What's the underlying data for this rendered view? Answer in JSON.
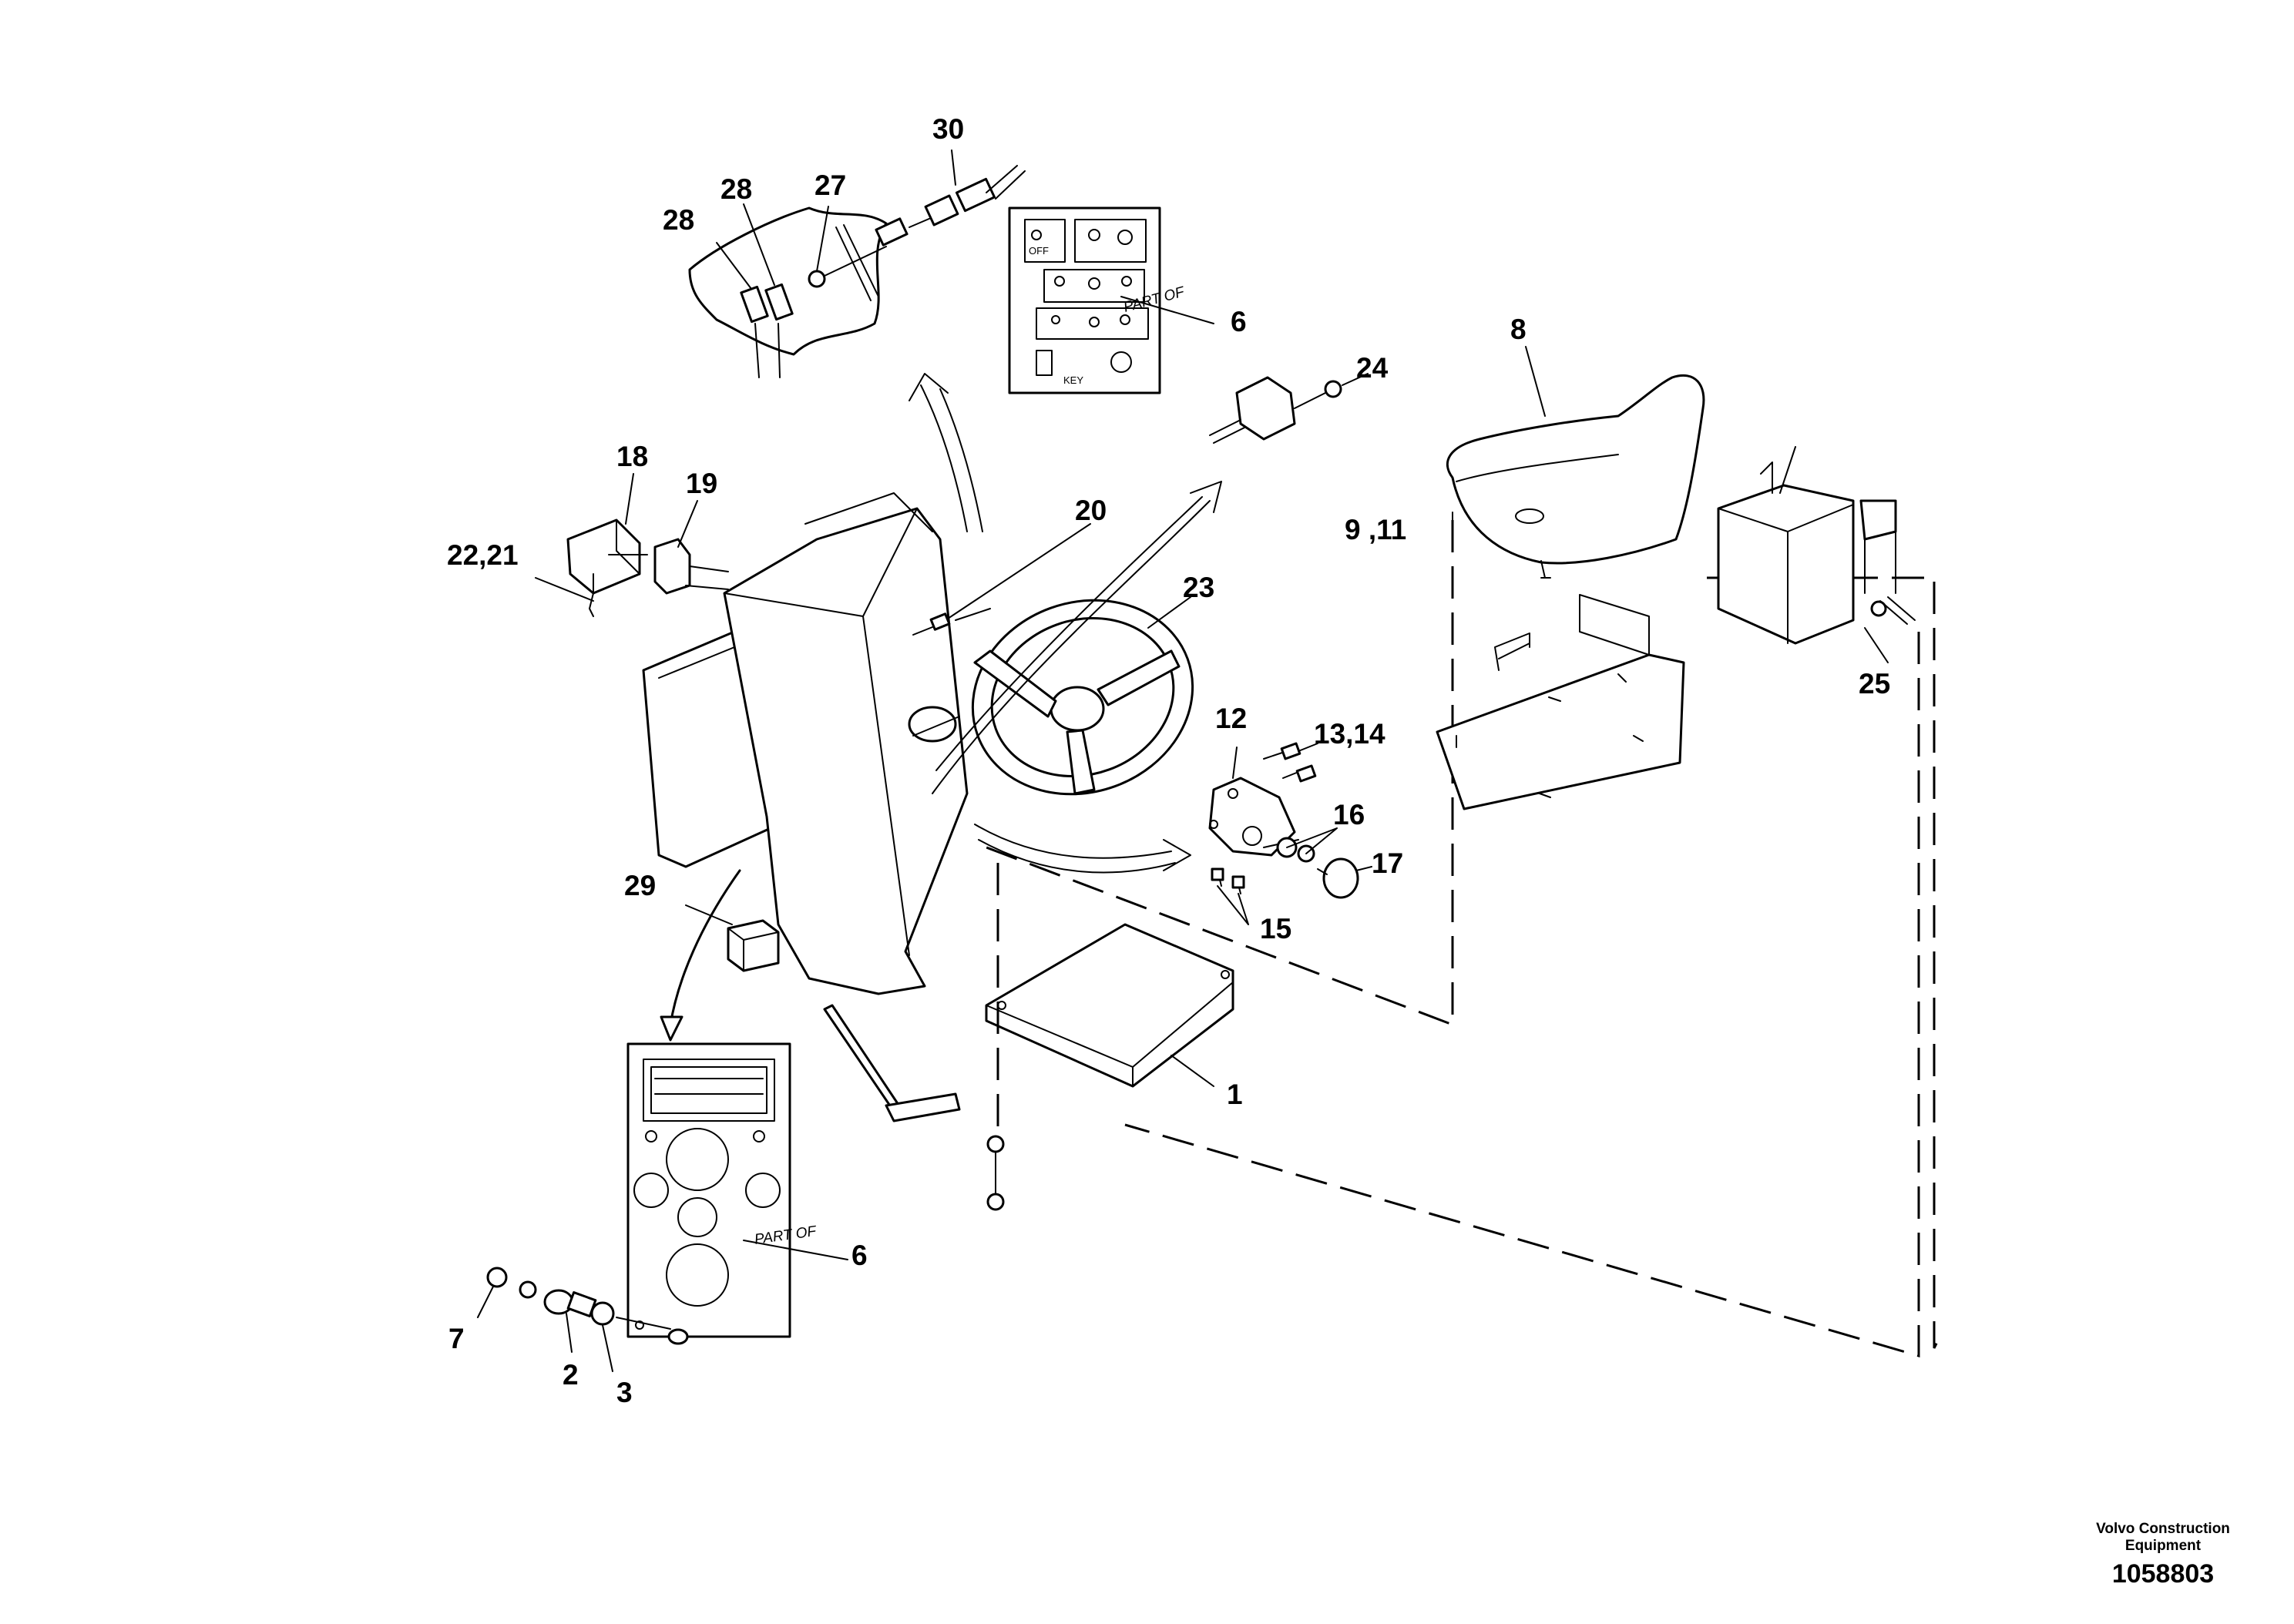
{
  "callouts": [
    {
      "id": "c30",
      "text": "30"
    },
    {
      "id": "c28a",
      "text": "28"
    },
    {
      "id": "c28b",
      "text": "28"
    },
    {
      "id": "c27",
      "text": "27"
    },
    {
      "id": "c6a",
      "text": "6"
    },
    {
      "id": "c24",
      "text": "24"
    },
    {
      "id": "c8",
      "text": "8"
    },
    {
      "id": "c18",
      "text": "18"
    },
    {
      "id": "c19",
      "text": "19"
    },
    {
      "id": "c2221",
      "text": "22,21"
    },
    {
      "id": "c20",
      "text": "20"
    },
    {
      "id": "c23",
      "text": "23"
    },
    {
      "id": "c911",
      "text": "9 ,11"
    },
    {
      "id": "c25",
      "text": "25"
    },
    {
      "id": "c12",
      "text": "12"
    },
    {
      "id": "c1314",
      "text": "13,14"
    },
    {
      "id": "c16",
      "text": "16"
    },
    {
      "id": "c17",
      "text": "17"
    },
    {
      "id": "c15",
      "text": "15"
    },
    {
      "id": "c29",
      "text": "29"
    },
    {
      "id": "c1",
      "text": "1"
    },
    {
      "id": "c6b",
      "text": "6"
    },
    {
      "id": "c7",
      "text": "7"
    },
    {
      "id": "c2",
      "text": "2"
    },
    {
      "id": "c3",
      "text": "3"
    }
  ],
  "part_of_note": "PART OF",
  "footer": {
    "organization": "Volvo Construction Equipment",
    "drawing_number": "1058803"
  }
}
